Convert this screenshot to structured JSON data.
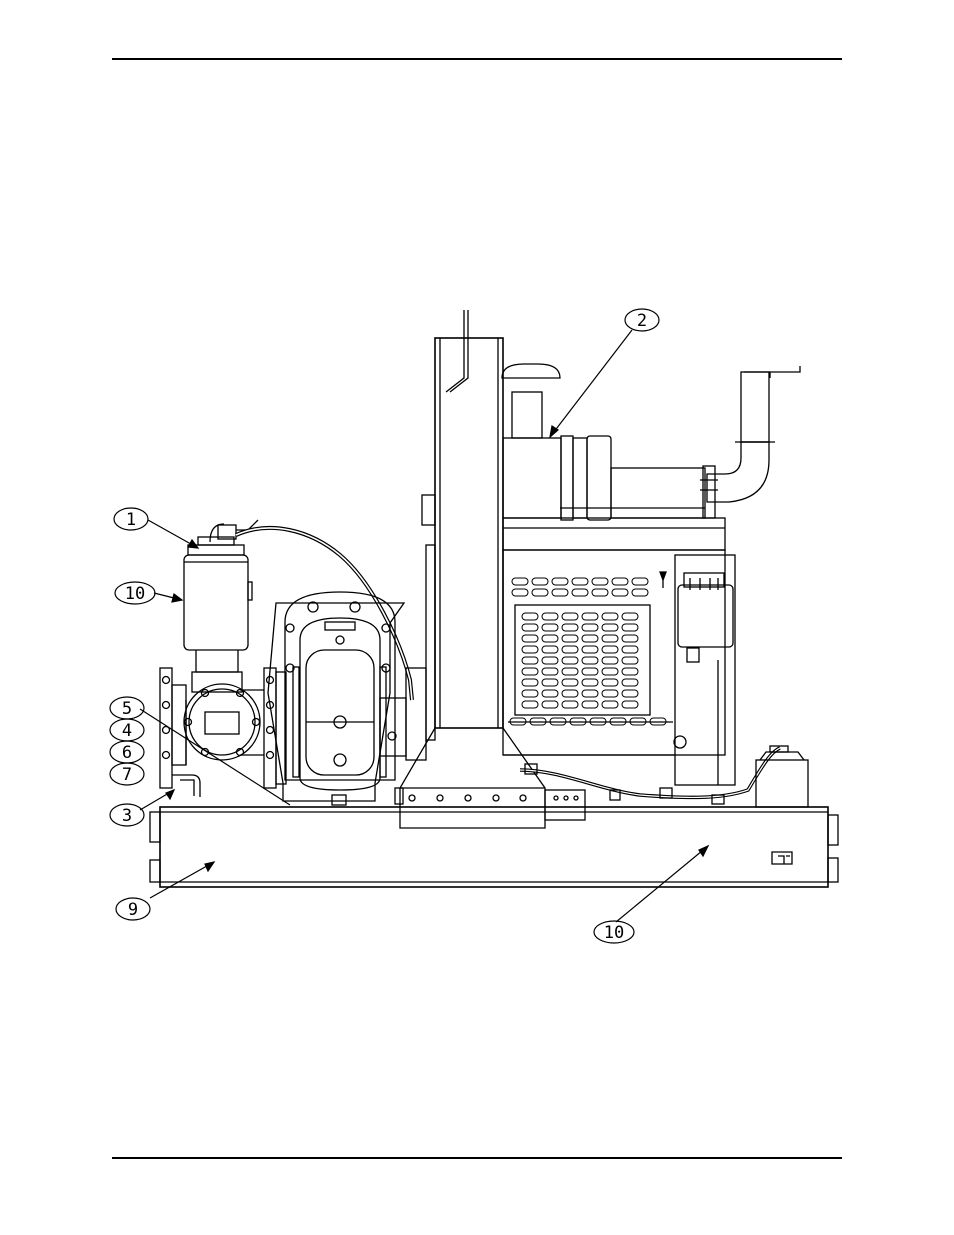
{
  "callouts": [
    {
      "id": "c1",
      "label": "1"
    },
    {
      "id": "c2",
      "label": "2"
    },
    {
      "id": "c10a",
      "label": "10"
    },
    {
      "id": "c5",
      "label": "5"
    },
    {
      "id": "c4",
      "label": "4"
    },
    {
      "id": "c6",
      "label": "6"
    },
    {
      "id": "c7",
      "label": "7"
    },
    {
      "id": "c3",
      "label": "3"
    },
    {
      "id": "c9",
      "label": "9"
    },
    {
      "id": "c10b",
      "label": "10"
    }
  ]
}
